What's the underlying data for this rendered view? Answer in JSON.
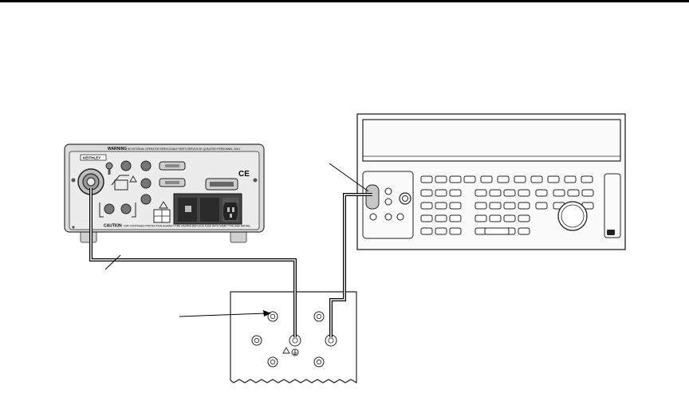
{
  "instrument": {
    "brand_label": "KEITHLEY",
    "warning_heading": "WARNING",
    "warning_text": "NO INTERNAL OPERATOR SERVICEABLE PARTS,SERVICE BY QUALIFIED PERSONNEL ONLY.",
    "caution_heading": "CAUTION",
    "caution_text": "FOR CONTINUED PROTECTION AGAINST FIRE HAZARD,REPLACE FUSE WITH SAME TYPE AND RATING.",
    "ce_mark": "CE"
  }
}
